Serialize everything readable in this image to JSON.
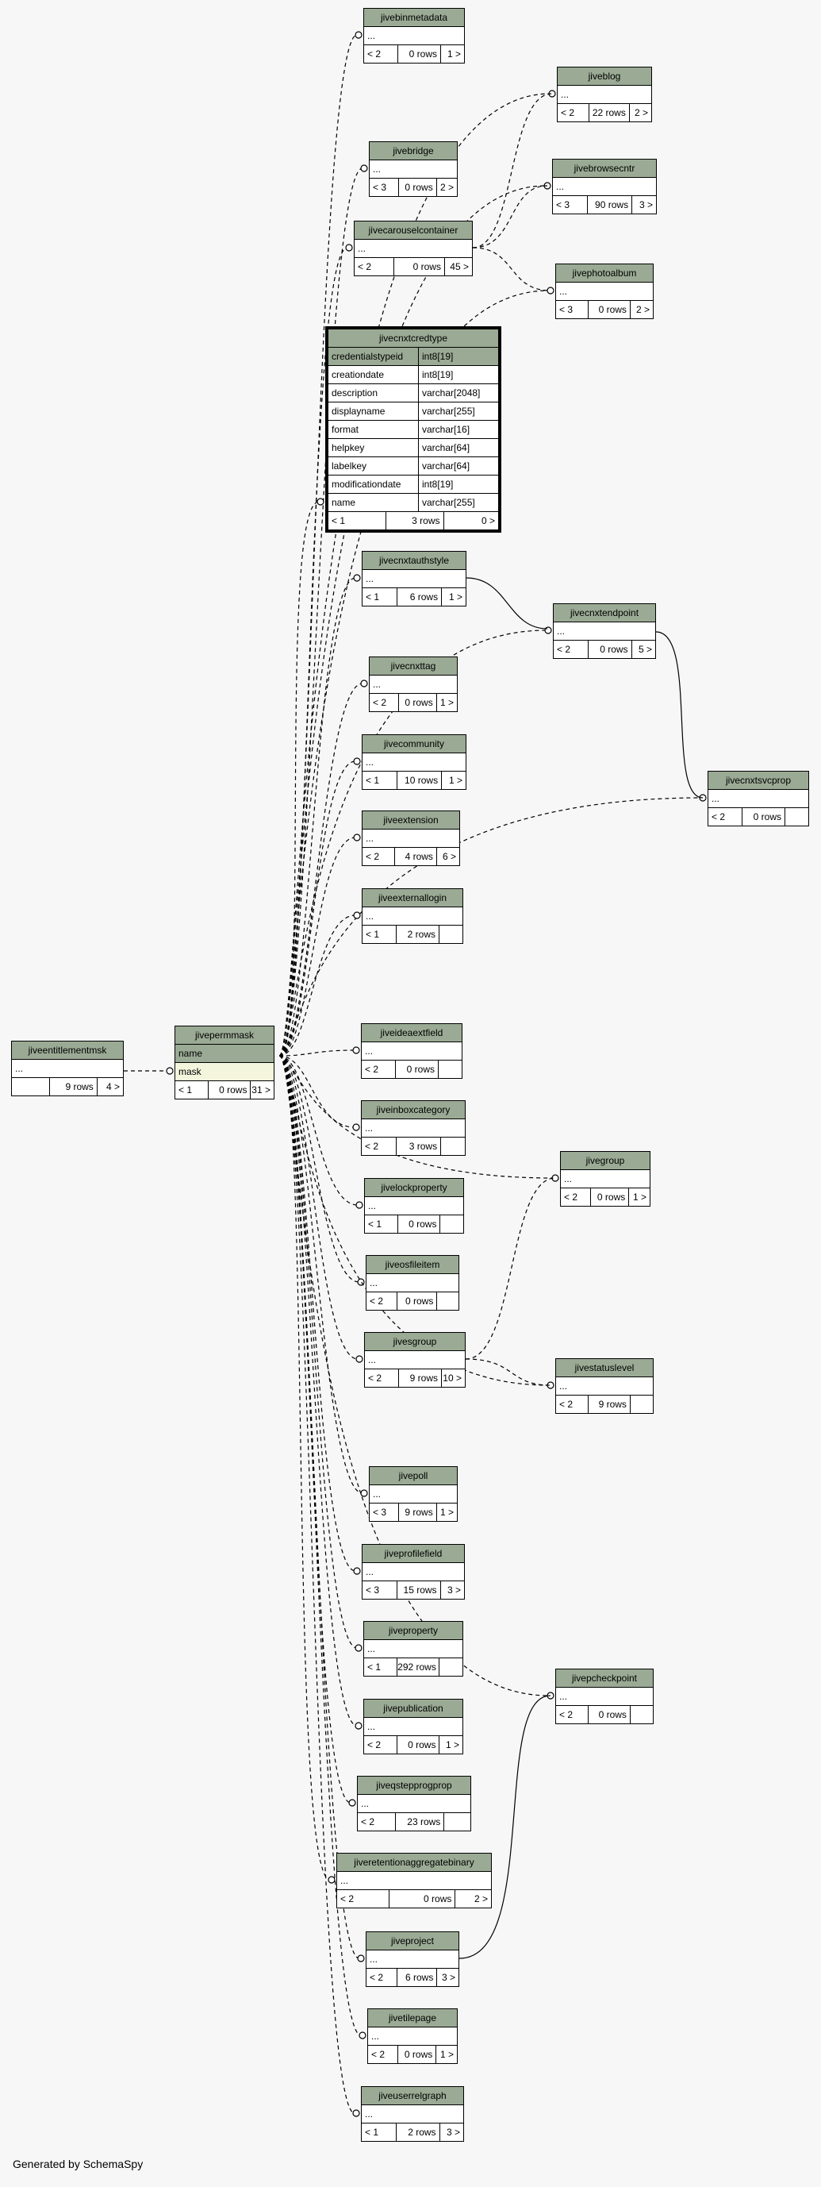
{
  "generated_by": "Generated by SchemaSpy",
  "focus_table": {
    "name": "jivecnxtcredtype",
    "columns": [
      {
        "name": "credentialstypeid",
        "type": "int8[19]"
      },
      {
        "name": "creationdate",
        "type": "int8[19]"
      },
      {
        "name": "description",
        "type": "varchar[2048]"
      },
      {
        "name": "displayname",
        "type": "varchar[255]"
      },
      {
        "name": "format",
        "type": "varchar[16]"
      },
      {
        "name": "helpkey",
        "type": "varchar[64]"
      },
      {
        "name": "labelkey",
        "type": "varchar[64]"
      },
      {
        "name": "modificationdate",
        "type": "int8[19]"
      },
      {
        "name": "name",
        "type": "varchar[255]"
      }
    ],
    "footer": [
      "< 1",
      "3 rows",
      "0 >"
    ]
  },
  "tables": [
    {
      "name": "jivebinmetadata",
      "body": "...",
      "footer": [
        "< 2",
        "0 rows",
        "1 >"
      ]
    },
    {
      "name": "jiveblog",
      "body": "...",
      "footer": [
        "< 2",
        "22 rows",
        "2 >"
      ]
    },
    {
      "name": "jivebridge",
      "body": "...",
      "footer": [
        "< 3",
        "0 rows",
        "2 >"
      ]
    },
    {
      "name": "jivebrowsecntr",
      "body": "...",
      "footer": [
        "< 3",
        "90 rows",
        "3 >"
      ]
    },
    {
      "name": "jivecarouselcontainer",
      "body": "...",
      "footer": [
        "< 2",
        "0 rows",
        "45 >"
      ]
    },
    {
      "name": "jivephotoalbum",
      "body": "...",
      "footer": [
        "< 3",
        "0 rows",
        "2 >"
      ]
    },
    {
      "name": "jivecnxtauthstyle",
      "body": "...",
      "footer": [
        "< 1",
        "6 rows",
        "1 >"
      ]
    },
    {
      "name": "jivecnxtendpoint",
      "body": "...",
      "footer": [
        "< 2",
        "0 rows",
        "5 >"
      ]
    },
    {
      "name": "jivecnxttag",
      "body": "...",
      "footer": [
        "< 2",
        "0 rows",
        "1 >"
      ]
    },
    {
      "name": "jivecnxtsvcprop",
      "body": "...",
      "footer": [
        "< 2",
        "0 rows",
        ""
      ]
    },
    {
      "name": "jivecommunity",
      "body": "...",
      "footer": [
        "< 1",
        "10 rows",
        "1 >"
      ]
    },
    {
      "name": "jiveextension",
      "body": "...",
      "footer": [
        "< 2",
        "4 rows",
        "6 >"
      ]
    },
    {
      "name": "jiveexternallogin",
      "body": "...",
      "footer": [
        "< 1",
        "2 rows",
        ""
      ]
    },
    {
      "name": "jiveideaextfield",
      "body": "...",
      "footer": [
        "< 2",
        "0 rows",
        ""
      ]
    },
    {
      "name": "jiveinboxcategory",
      "body": "...",
      "footer": [
        "< 2",
        "3 rows",
        ""
      ]
    },
    {
      "name": "jivegroup",
      "body": "...",
      "footer": [
        "< 2",
        "0 rows",
        "1 >"
      ]
    },
    {
      "name": "jivelockproperty",
      "body": "...",
      "footer": [
        "< 1",
        "0 rows",
        ""
      ]
    },
    {
      "name": "jiveosfileitem",
      "body": "...",
      "footer": [
        "< 2",
        "0 rows",
        ""
      ]
    },
    {
      "name": "jivesgroup",
      "body": "...",
      "footer": [
        "< 2",
        "9 rows",
        "10 >"
      ]
    },
    {
      "name": "jivestatuslevel",
      "body": "...",
      "footer": [
        "< 2",
        "9 rows",
        ""
      ]
    },
    {
      "name": "jivepoll",
      "body": "...",
      "footer": [
        "< 3",
        "9 rows",
        "1 >"
      ]
    },
    {
      "name": "jiveprofilefield",
      "body": "...",
      "footer": [
        "< 3",
        "15 rows",
        "3 >"
      ]
    },
    {
      "name": "jiveproperty",
      "body": "...",
      "footer": [
        "< 1",
        "292 rows",
        ""
      ]
    },
    {
      "name": "jivepcheckpoint",
      "body": "...",
      "footer": [
        "< 2",
        "0 rows",
        ""
      ]
    },
    {
      "name": "jivepublication",
      "body": "...",
      "footer": [
        "< 2",
        "0 rows",
        "1 >"
      ]
    },
    {
      "name": "jiveqstepprogprop",
      "body": "...",
      "footer": [
        "< 2",
        "23 rows",
        ""
      ]
    },
    {
      "name": "jiveretentionaggregatebinary",
      "body": "...",
      "footer": [
        "< 2",
        "0 rows",
        "2 >"
      ]
    },
    {
      "name": "jiveproject",
      "body": "...",
      "footer": [
        "< 2",
        "6 rows",
        "3 >"
      ]
    },
    {
      "name": "jivetilepage",
      "body": "...",
      "footer": [
        "< 2",
        "0 rows",
        "1 >"
      ]
    },
    {
      "name": "jiveuserrelgraph",
      "body": "...",
      "footer": [
        "< 1",
        "2 rows",
        "3 >"
      ]
    },
    {
      "name": "jiveentitlementmsk",
      "body": "...",
      "footer": [
        "",
        "9 rows",
        "4 >"
      ]
    }
  ],
  "permmask": {
    "name": "jivepermmask",
    "rows": [
      "name",
      "mask"
    ],
    "footer": [
      "< 1",
      "0 rows",
      "31 >"
    ]
  }
}
